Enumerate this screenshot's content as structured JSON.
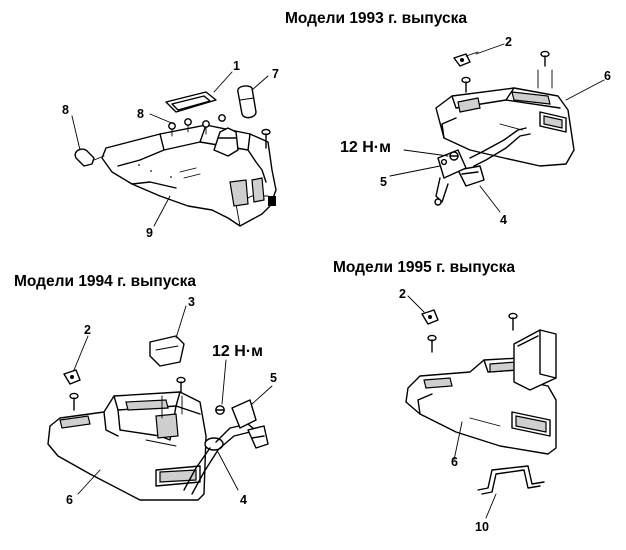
{
  "headings": {
    "models_1993": "Модели 1993 г. выпуска",
    "models_1994": "Модели 1994 г. выпуска",
    "models_1995": "Модели 1995 г. выпуска"
  },
  "torque": {
    "t1993": "12 Н·м",
    "t1994": "12 Н·м"
  },
  "callouts": {
    "c1": "1",
    "c7": "7",
    "c8a": "8",
    "c8b": "8",
    "c9": "9",
    "c2_1993": "2",
    "c6_1993": "6",
    "c5_1993": "5",
    "c4_1993": "4",
    "c3_1994": "3",
    "c2_1994": "2",
    "c5_1994": "5",
    "c4_1994": "4",
    "c6_1994": "6",
    "c2_1995": "2",
    "c6_1995": "6",
    "c10_1995": "10"
  }
}
